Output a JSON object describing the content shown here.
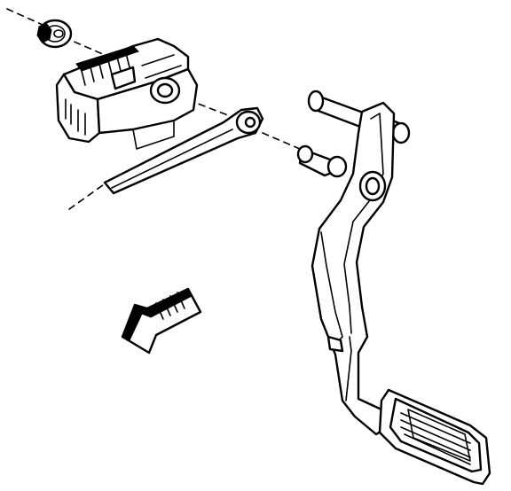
{
  "diagram": {
    "components": [
      "retaining-nut",
      "pedal-position-sensor",
      "sensor-lever-arm",
      "pivot-pin",
      "accelerator-pedal-arm",
      "pedal-pad"
    ],
    "indicator": "forward-arrow-icon",
    "colors": {
      "ink": "#000000",
      "background": "#ffffff"
    }
  }
}
